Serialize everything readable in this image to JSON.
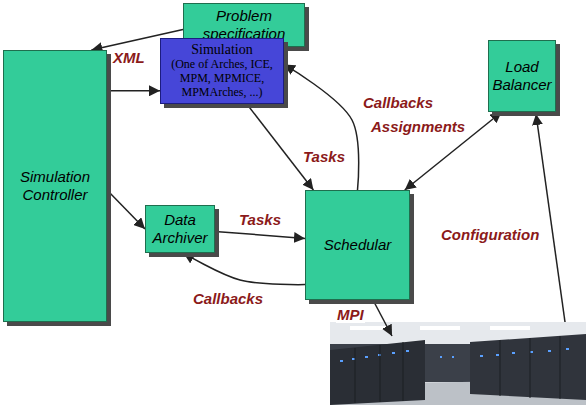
{
  "diagram": {
    "nodes": [
      {
        "text": [
          "Problem specification"
        ]
      },
      {
        "text": [
          "Simulation Controller"
        ]
      },
      {
        "text": [
          "Simulation",
          "(One of Arches, ICE, MPM, MPMICE, MPMArches, ...)"
        ]
      },
      {
        "text": [
          "Load Balancer"
        ]
      },
      {
        "text": [
          "Data Archiver"
        ]
      },
      {
        "text": [
          "Schedular"
        ]
      }
    ],
    "edges": [
      {
        "from": 0,
        "to": 1,
        "label": "XML",
        "arrow": "to"
      },
      {
        "from": 1,
        "to": 2,
        "arrow": "to"
      },
      {
        "from": 1,
        "to": 4,
        "arrow": "to"
      },
      {
        "from": 2,
        "to": 5,
        "label": "Tasks",
        "arrow": "to"
      },
      {
        "from": 5,
        "to": 2,
        "label": "Callbacks",
        "arrow": "to"
      },
      {
        "from": 4,
        "to": 5,
        "label": "Tasks",
        "arrow": "to"
      },
      {
        "from": 5,
        "to": 4,
        "label": "Callbacks",
        "arrow": "to"
      },
      {
        "from": 5,
        "to": 3,
        "label": "Assignments",
        "arrow": "both"
      }
    ],
    "labels": [
      "MPI",
      "Configuration"
    ]
  }
}
